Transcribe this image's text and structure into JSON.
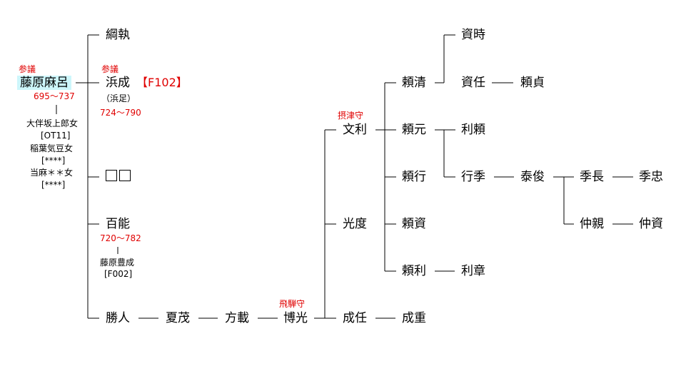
{
  "nodes": {
    "fujiwara_maro": {
      "title": "参議",
      "name": "藤原麻呂",
      "years": "695～737"
    },
    "consorts": [
      "大伴坂上郎女",
      "[OT11]",
      "稲葉気豆女",
      "[****]",
      "当麻＊＊女",
      "[****]"
    ],
    "tsunatori": "綱執",
    "hamanari": {
      "title": "参議",
      "name": "浜成",
      "ref": "【F102】",
      "alias": "（浜足）",
      "years": "724～790"
    },
    "unknown": "",
    "momoyoshi": {
      "name": "百能",
      "years": "720～782",
      "spouse": "藤原豊成",
      "spouse_ref": "[F002]"
    },
    "katsuhito": "勝人",
    "natsushige": "夏茂",
    "kataka": "方載",
    "hiromitsu": {
      "title": "飛騨守",
      "name": "博光"
    },
    "fumitoshi": {
      "title": "摂津守",
      "name": "文利"
    },
    "mitsunori": "光度",
    "naritou": "成任",
    "narishige": "成重",
    "yorikiyo": "頼清",
    "yorimoto": "頼元",
    "yoriyuki": "頼行",
    "yorisuke": "頼資",
    "yoritoshi": "頼利",
    "suketoki": "資時",
    "sukeato": "資任",
    "yorisada": "頼貞",
    "toshiyori": "利頼",
    "yukisue": "行季",
    "yasutoshi": "泰俊",
    "suenaga": "季長",
    "suetada": "季忠",
    "nakachika": "仲親",
    "nakasuke": "仲資",
    "toshiaki": "利章"
  }
}
